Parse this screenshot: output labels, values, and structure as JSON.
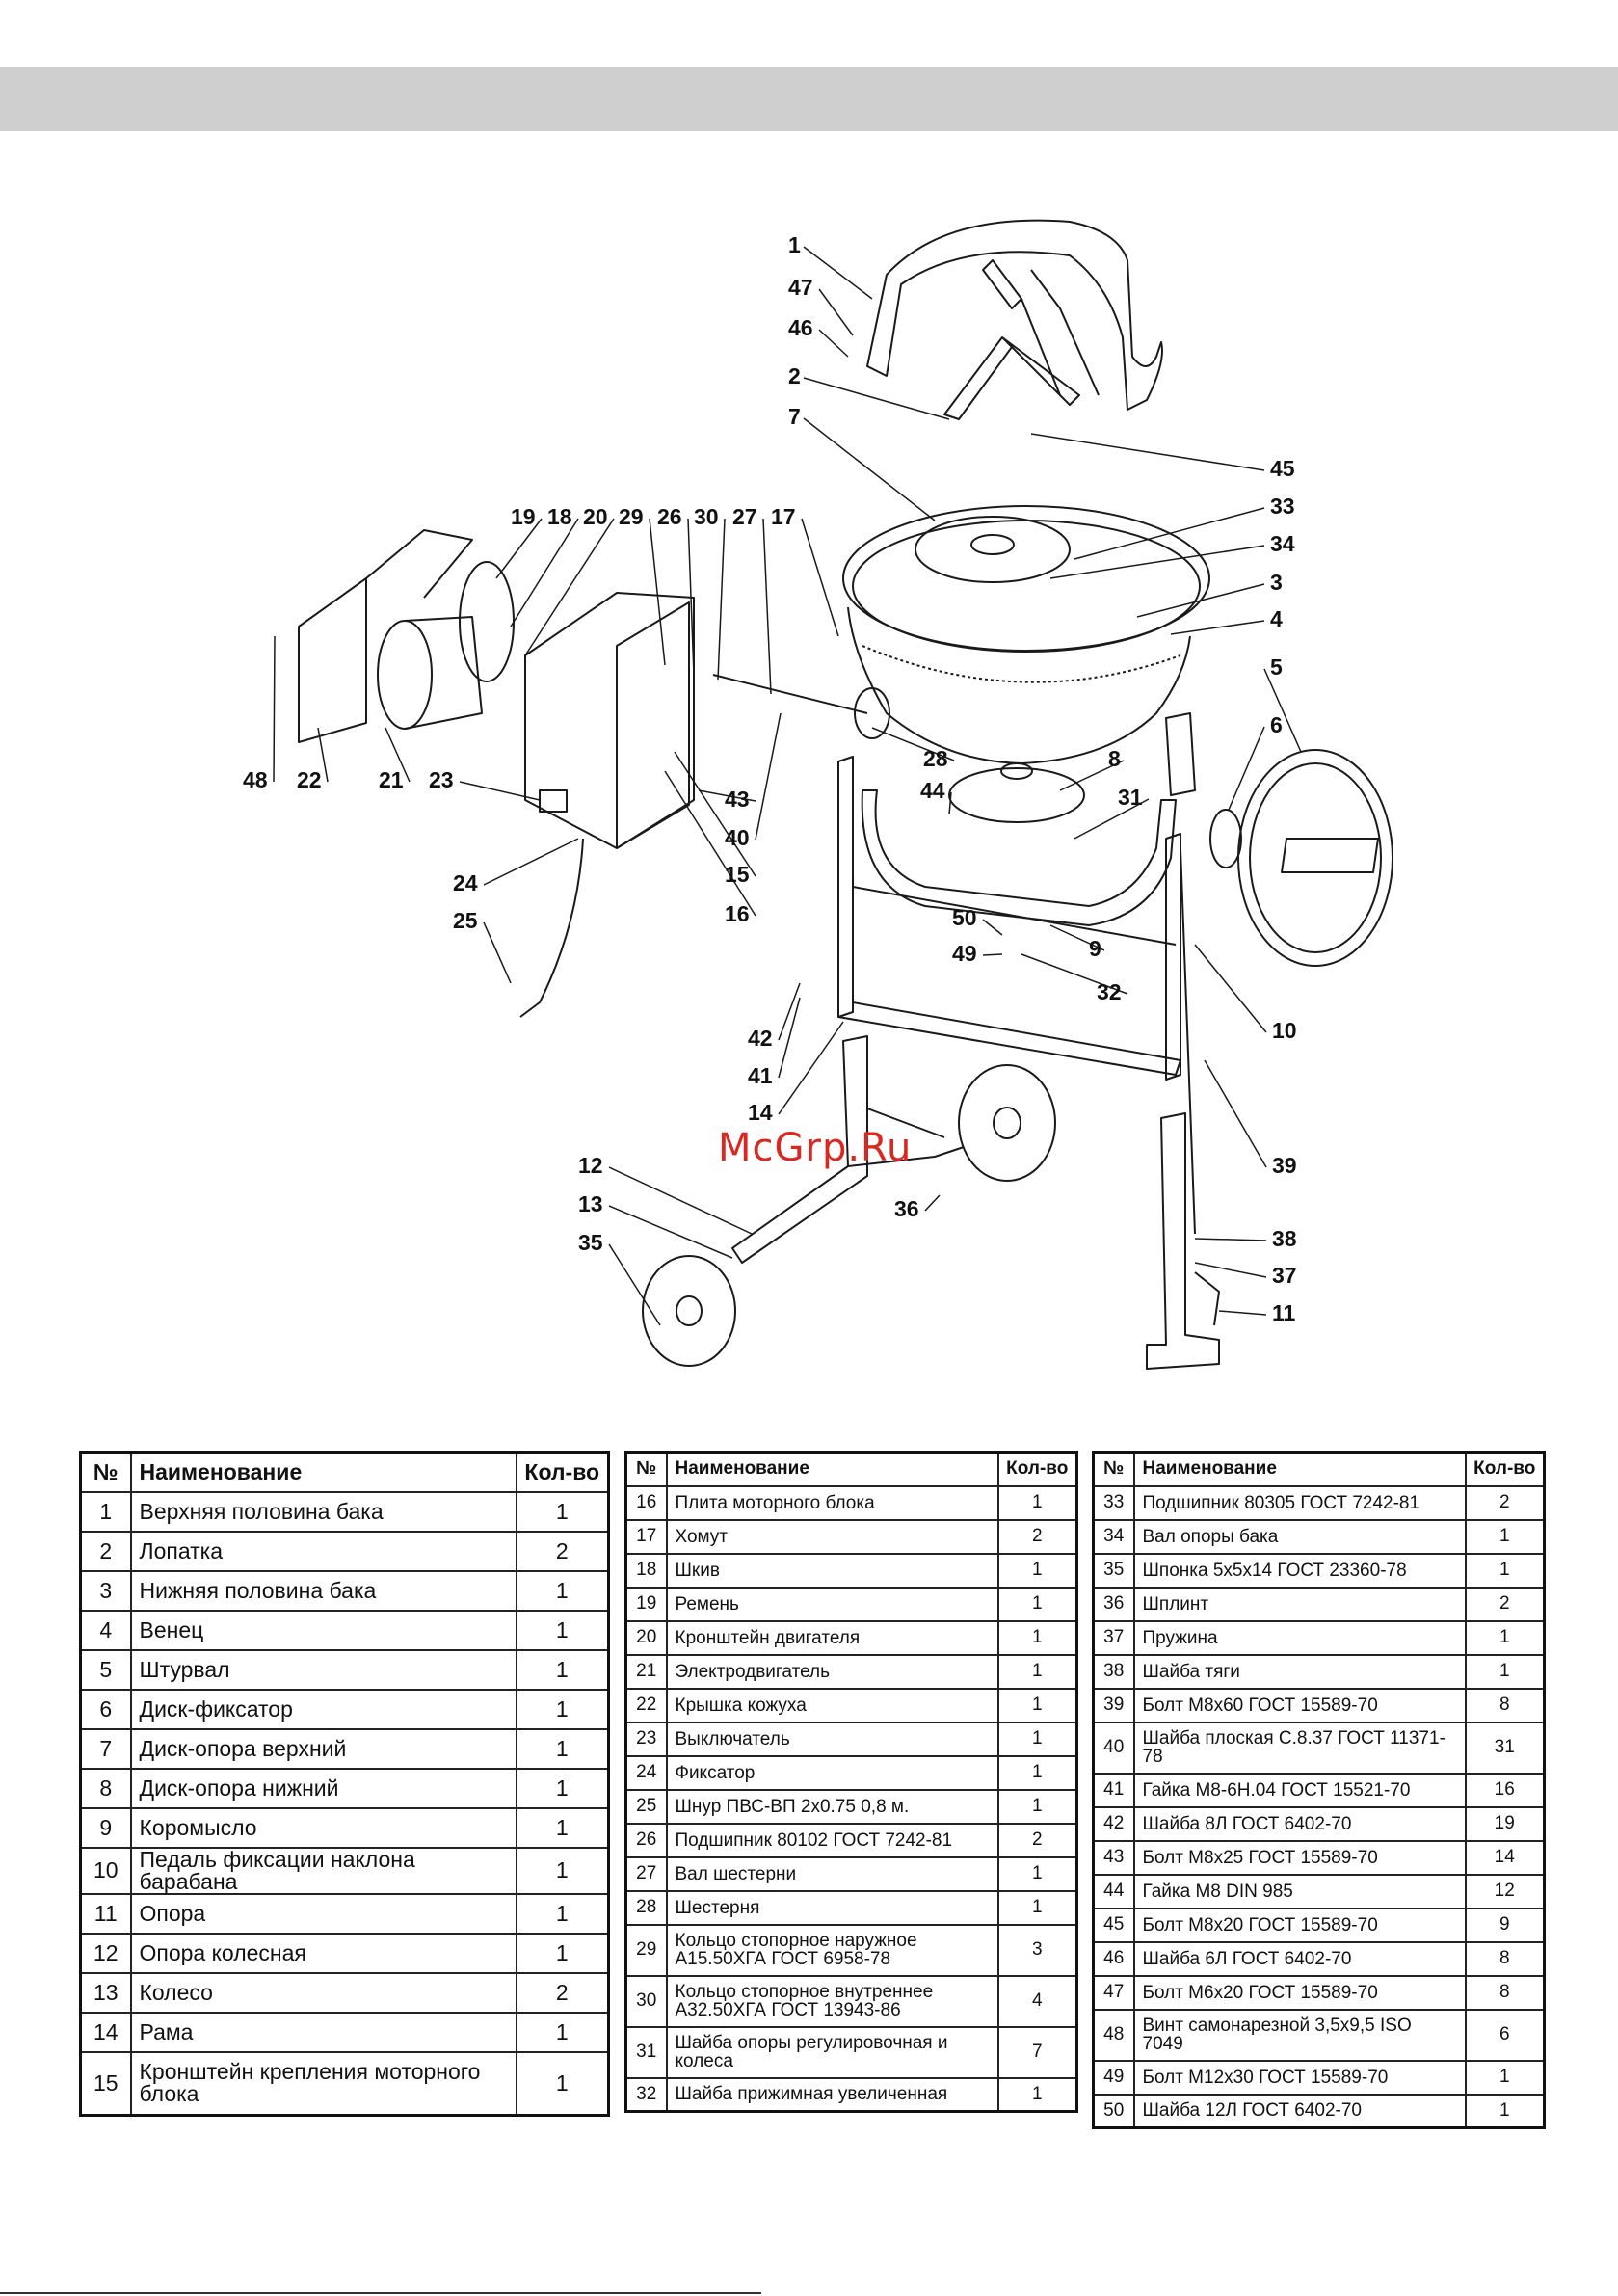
{
  "watermark": "McGrp.Ru",
  "callouts": [
    "1",
    "47",
    "46",
    "2",
    "7",
    "45",
    "33",
    "34",
    "3",
    "4",
    "5",
    "6",
    "19",
    "18",
    "20",
    "29",
    "26",
    "30",
    "27",
    "17",
    "48",
    "22",
    "21",
    "23",
    "28",
    "8",
    "44",
    "31",
    "43",
    "40",
    "15",
    "16",
    "24",
    "25",
    "50",
    "49",
    "9",
    "32",
    "10",
    "42",
    "41",
    "14",
    "12",
    "13",
    "35",
    "36",
    "39",
    "38",
    "37",
    "11"
  ],
  "table_headers": {
    "num": "№",
    "name": "Наименование",
    "qty": "Кол-во"
  },
  "tables": [
    [
      {
        "num": "1",
        "name": "Верхняя половина бака",
        "qty": "1"
      },
      {
        "num": "2",
        "name": "Лопатка",
        "qty": "2"
      },
      {
        "num": "3",
        "name": "Нижняя половина бака",
        "qty": "1"
      },
      {
        "num": "4",
        "name": "Венец",
        "qty": "1"
      },
      {
        "num": "5",
        "name": "Штурвал",
        "qty": "1"
      },
      {
        "num": "6",
        "name": "Диск-фиксатор",
        "qty": "1"
      },
      {
        "num": "7",
        "name": "Диск-опора верхний",
        "qty": "1"
      },
      {
        "num": "8",
        "name": "Диск-опора нижний",
        "qty": "1"
      },
      {
        "num": "9",
        "name": "Коромысло",
        "qty": "1"
      },
      {
        "num": "10",
        "name": "Педаль фиксации наклона барабана",
        "qty": "1"
      },
      {
        "num": "11",
        "name": "Опора",
        "qty": "1"
      },
      {
        "num": "12",
        "name": "Опора колесная",
        "qty": "1"
      },
      {
        "num": "13",
        "name": "Колесо",
        "qty": "2"
      },
      {
        "num": "14",
        "name": "Рама",
        "qty": "1"
      },
      {
        "num": "15",
        "name": "Кронштейн крепления моторного блока",
        "qty": "1"
      }
    ],
    [
      {
        "num": "16",
        "name": "Плита моторного блока",
        "qty": "1"
      },
      {
        "num": "17",
        "name": "Хомут",
        "qty": "2"
      },
      {
        "num": "18",
        "name": "Шкив",
        "qty": "1"
      },
      {
        "num": "19",
        "name": "Ремень",
        "qty": "1"
      },
      {
        "num": "20",
        "name": "Кронштейн двигателя",
        "qty": "1"
      },
      {
        "num": "21",
        "name": "Электродвигатель",
        "qty": "1"
      },
      {
        "num": "22",
        "name": "Крышка кожуха",
        "qty": "1"
      },
      {
        "num": "23",
        "name": "Выключатель",
        "qty": "1"
      },
      {
        "num": "24",
        "name": "Фиксатор",
        "qty": "1"
      },
      {
        "num": "25",
        "name": "Шнур ПВС-ВП 2х0.75 0,8 м.",
        "qty": "1"
      },
      {
        "num": "26",
        "name": "Подшипник 80102 ГОСТ 7242-81",
        "qty": "2"
      },
      {
        "num": "27",
        "name": "Вал шестерни",
        "qty": "1"
      },
      {
        "num": "28",
        "name": "Шестерня",
        "qty": "1"
      },
      {
        "num": "29",
        "name": "Кольцо стопорное наружное А15.50ХГА ГОСТ 6958-78",
        "qty": "3"
      },
      {
        "num": "30",
        "name": "Кольцо стопорное внутреннее А32.50ХГА ГОСТ 13943-86",
        "qty": "4"
      },
      {
        "num": "31",
        "name": "Шайба опоры регулировочная и колеса",
        "qty": "7"
      },
      {
        "num": "32",
        "name": "Шайба прижимная увеличенная",
        "qty": "1"
      }
    ],
    [
      {
        "num": "33",
        "name": "Подшипник 80305 ГОСТ 7242-81",
        "qty": "2"
      },
      {
        "num": "34",
        "name": "Вал опоры бака",
        "qty": "1"
      },
      {
        "num": "35",
        "name": "Шпонка 5х5х14 ГОСТ 23360-78",
        "qty": "1"
      },
      {
        "num": "36",
        "name": "Шплинт",
        "qty": "2"
      },
      {
        "num": "37",
        "name": "Пружина",
        "qty": "1"
      },
      {
        "num": "38",
        "name": "Шайба тяги",
        "qty": "1"
      },
      {
        "num": "39",
        "name": "Болт М8х60 ГОСТ 15589-70",
        "qty": "8"
      },
      {
        "num": "40",
        "name": "Шайба плоская С.8.37 ГОСТ 11371-78",
        "qty": "31"
      },
      {
        "num": "41",
        "name": "Гайка М8-6Н.04 ГОСТ 15521-70",
        "qty": "16"
      },
      {
        "num": "42",
        "name": "Шайба 8Л ГОСТ 6402-70",
        "qty": "19"
      },
      {
        "num": "43",
        "name": "Болт М8х25 ГОСТ 15589-70",
        "qty": "14"
      },
      {
        "num": "44",
        "name": "Гайка М8 DIN 985",
        "qty": "12"
      },
      {
        "num": "45",
        "name": "Болт М8х20 ГОСТ 15589-70",
        "qty": "9"
      },
      {
        "num": "46",
        "name": "Шайба 6Л ГОСТ 6402-70",
        "qty": "8"
      },
      {
        "num": "47",
        "name": "Болт М6х20 ГОСТ 15589-70",
        "qty": "8"
      },
      {
        "num": "48",
        "name": "Винт самонарезной 3,5х9,5 ISO 7049",
        "qty": "6"
      },
      {
        "num": "49",
        "name": "Болт М12х30 ГОСТ 15589-70",
        "qty": "1"
      },
      {
        "num": "50",
        "name": "Шайба 12Л ГОСТ 6402-70",
        "qty": "1"
      }
    ]
  ]
}
